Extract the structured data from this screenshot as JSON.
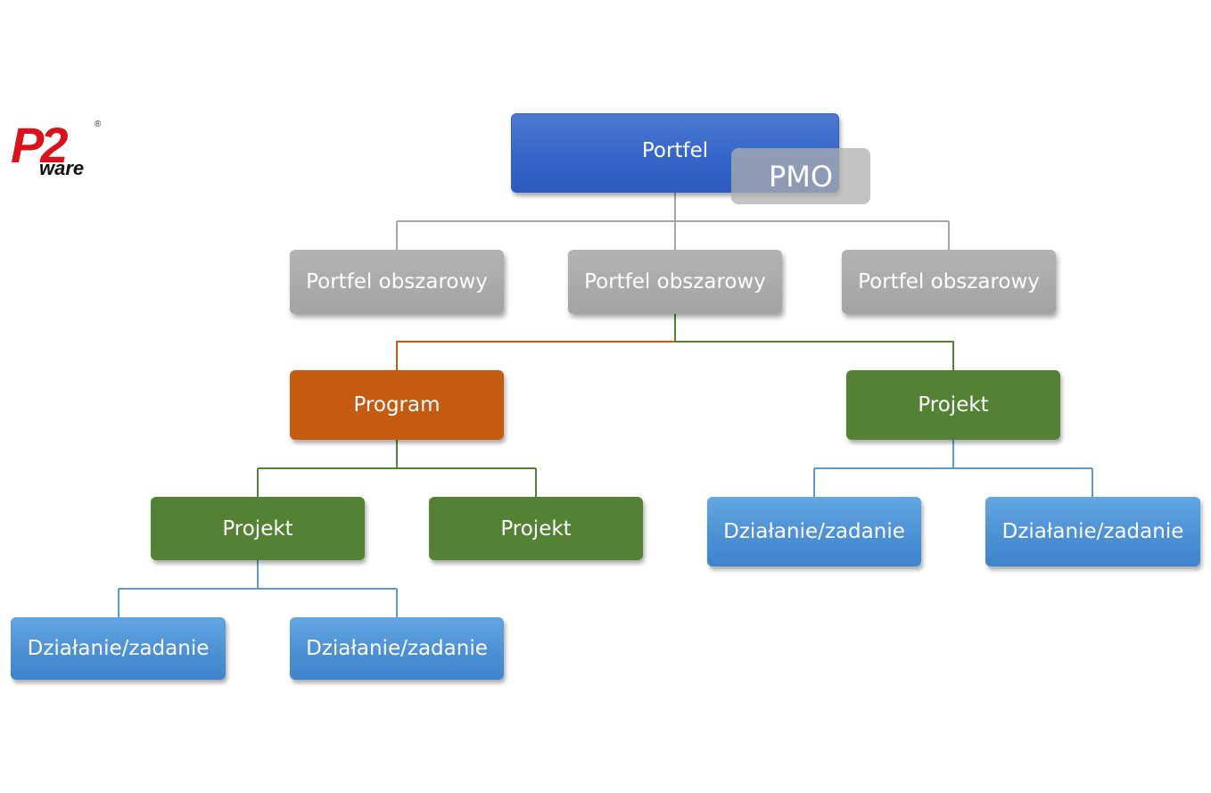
{
  "logo": {
    "text_main": "P2",
    "text_sub": "ware",
    "registered": "®"
  },
  "nodes": {
    "portfolio": "Portfel",
    "pmo": "PMO",
    "area_left": "Portfel obszarowy",
    "area_center": "Portfel obszarowy",
    "area_right": "Portfel obszarowy",
    "program": "Program",
    "project_right": "Projekt",
    "project_program_left": "Projekt",
    "project_program_right": "Projekt",
    "task_right_1": "Działanie/zadanie",
    "task_right_2": "Działanie/zadanie",
    "task_left_1": "Działanie/zadanie",
    "task_left_2": "Działanie/zadanie"
  },
  "colors": {
    "portfolio": "#3466c8",
    "area": "#a6a6a6",
    "program": "#c55a11",
    "project": "#548235",
    "task": "#4b8fd3",
    "logo_red": "#d9131b",
    "logo_blue": "#1f3f99"
  }
}
